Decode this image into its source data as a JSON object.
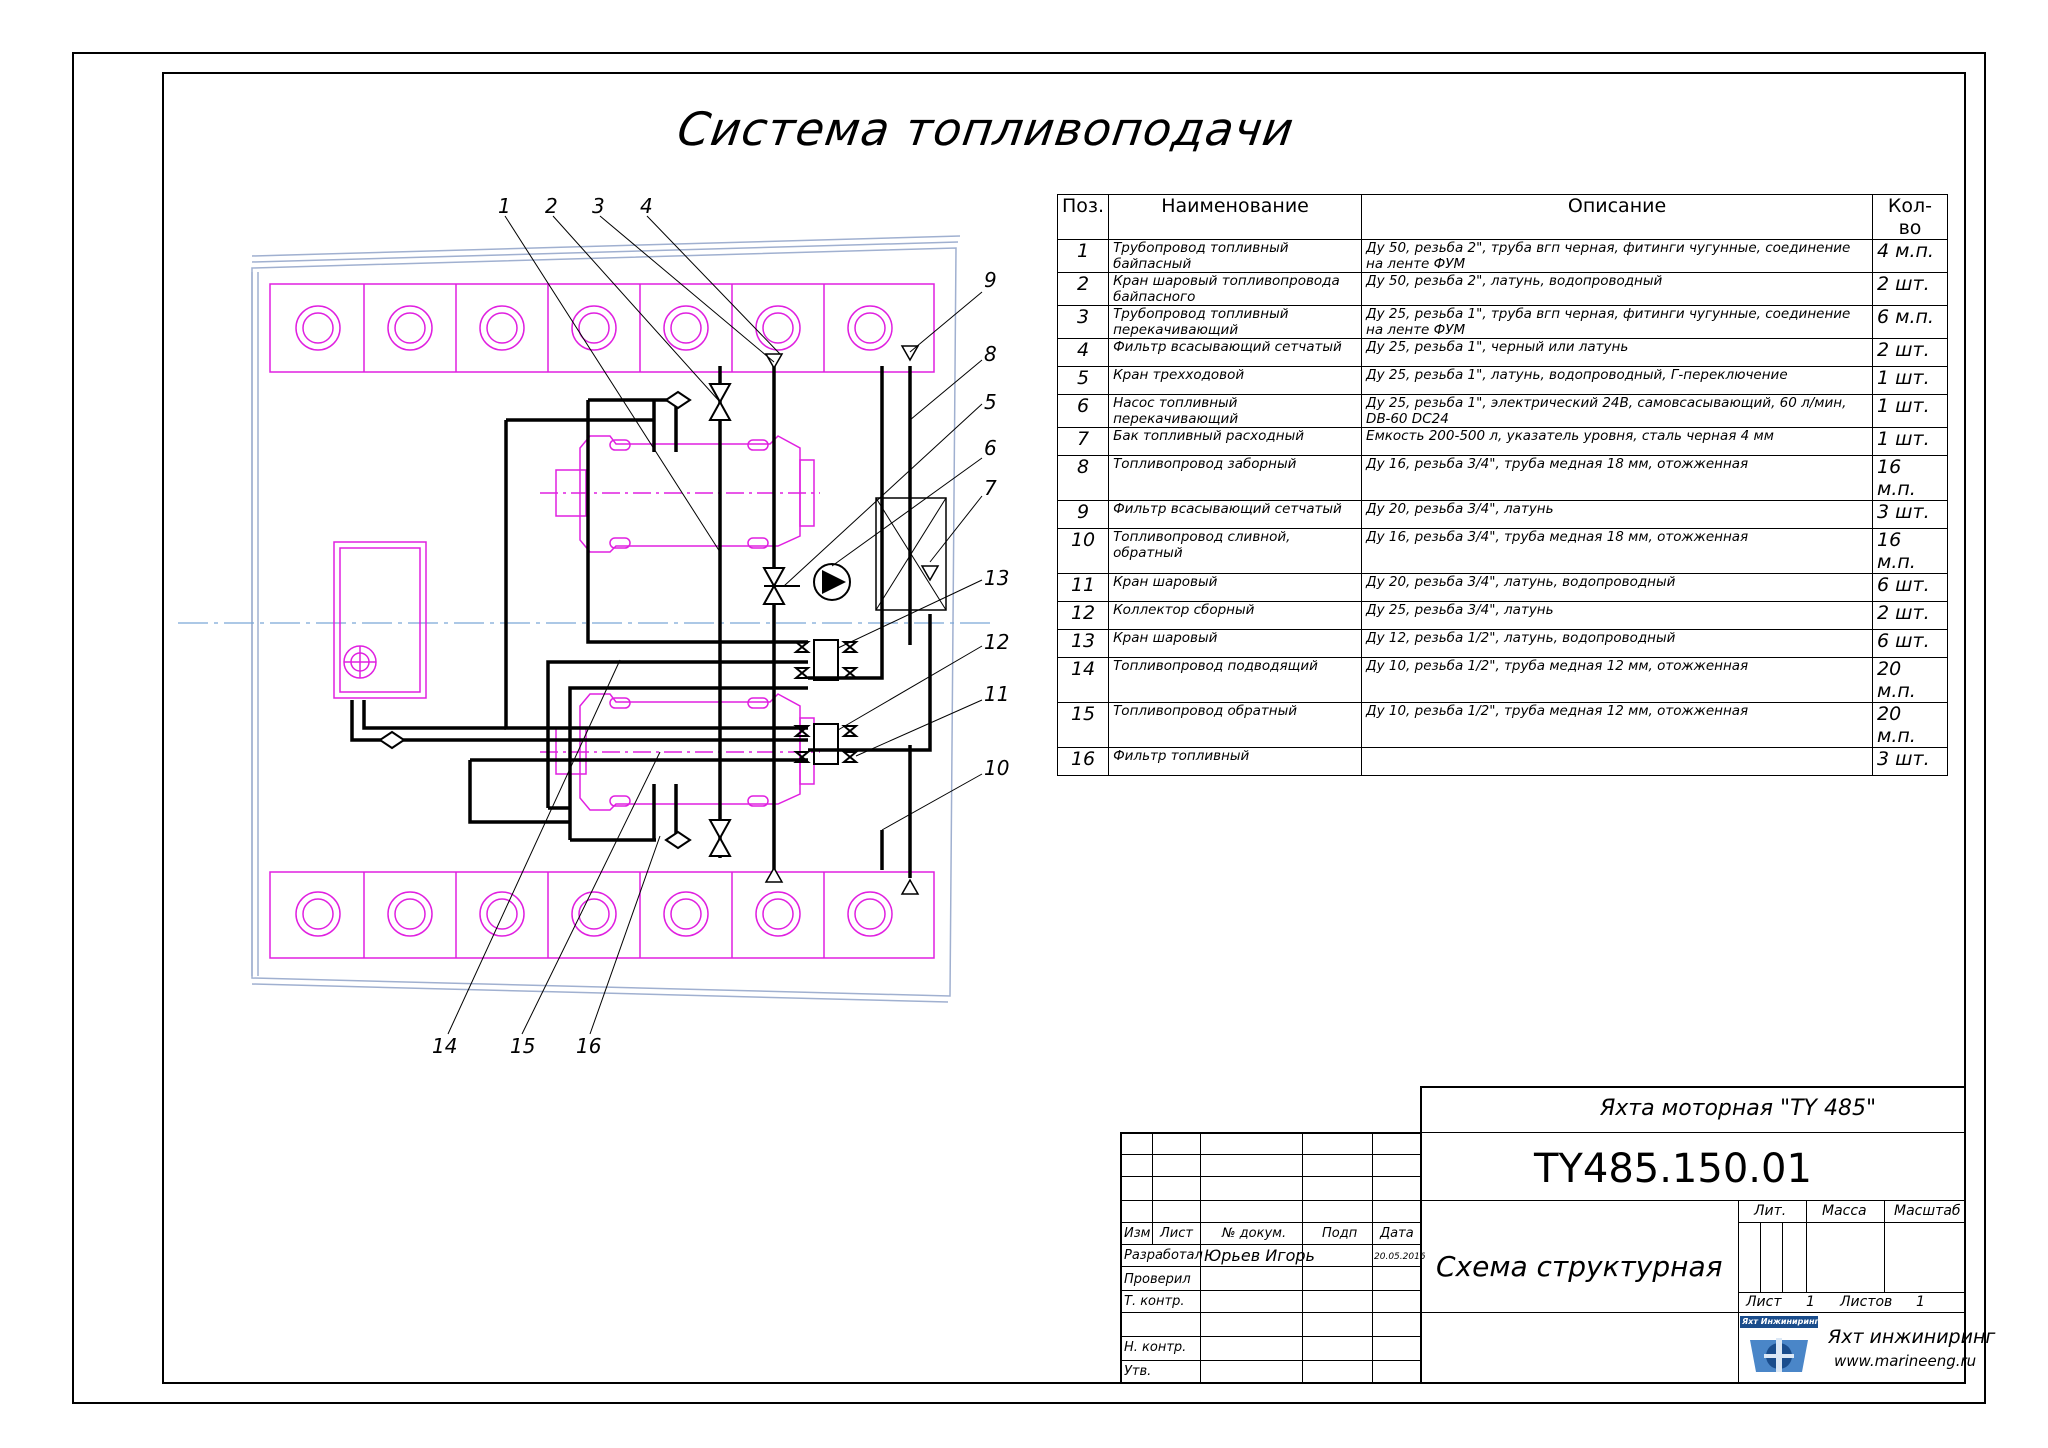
{
  "drawing_title": "Система топливоподачи",
  "callouts": [
    "1",
    "2",
    "3",
    "4",
    "5",
    "6",
    "7",
    "8",
    "9",
    "10",
    "11",
    "12",
    "13",
    "14",
    "15",
    "16"
  ],
  "spec_table": {
    "headers": [
      "Поз.",
      "Наименование",
      "Описание",
      "Кол-во"
    ],
    "rows": [
      {
        "pos": "1",
        "name": "Трубопровод топливный байпасный",
        "desc": "Ду 50, резьба 2\", труба вгп черная, фитинги чугунные, соединение на ленте ФУМ",
        "qty": "4 м.п."
      },
      {
        "pos": "2",
        "name": "Кран шаровый топливопровода байпасного",
        "desc": "Ду 50, резьба 2\", латунь, водопроводный",
        "qty": "2 шт."
      },
      {
        "pos": "3",
        "name": "Трубопровод топливный перекачивающий",
        "desc": "Ду 25, резьба 1\", труба вгп черная, фитинги чугунные, соединение на ленте ФУМ",
        "qty": "6 м.п."
      },
      {
        "pos": "4",
        "name": "Фильтр всасывающий сетчатый",
        "desc": "Ду 25, резьба 1\", черный или латунь",
        "qty": "2 шт."
      },
      {
        "pos": "5",
        "name": "Кран трехходовой",
        "desc": "Ду 25, резьба 1\", латунь, водопроводный, Г-переключение",
        "qty": "1 шт."
      },
      {
        "pos": "6",
        "name": "Насос топливный перекачивающий",
        "desc": "Ду 25, резьба 1\", электрический 24В, самовсасывающий, 60 л/мин, DB-60 DC24",
        "qty": "1 шт."
      },
      {
        "pos": "7",
        "name": "Бак топливный расходный",
        "desc": "Емкость 200-500 л, указатель уровня, сталь черная 4 мм",
        "qty": "1 шт."
      },
      {
        "pos": "8",
        "name": "Топливопровод заборный",
        "desc": "Ду 16, резьба 3/4\", труба медная 18 мм, отожженная",
        "qty": "16 м.п."
      },
      {
        "pos": "9",
        "name": "Фильтр всасывающий сетчатый",
        "desc": "Ду 20, резьба 3/4\", латунь",
        "qty": "3 шт."
      },
      {
        "pos": "10",
        "name": "Топливопровод сливной, обратный",
        "desc": "Ду 16, резьба 3/4\", труба медная 18 мм, отожженная",
        "qty": "16 м.п."
      },
      {
        "pos": "11",
        "name": "Кран шаровый",
        "desc": "Ду 20, резьба 3/4\", латунь, водопроводный",
        "qty": "6 шт."
      },
      {
        "pos": "12",
        "name": "Коллектор сборный",
        "desc": "Ду 25, резьба 3/4\", латунь",
        "qty": "2 шт."
      },
      {
        "pos": "13",
        "name": "Кран шаровый",
        "desc": "Ду 12, резьба 1/2\", латунь, водопроводный",
        "qty": "6 шт."
      },
      {
        "pos": "14",
        "name": "Топливопровод подводящий",
        "desc": "Ду 10, резьба 1/2\", труба медная 12 мм, отожженная",
        "qty": "20 м.п."
      },
      {
        "pos": "15",
        "name": "Топливопровод обратный",
        "desc": "Ду 10, резьба 1/2\", труба медная 12 мм, отожженная",
        "qty": "20 м.п."
      },
      {
        "pos": "16",
        "name": "Фильтр топливный",
        "desc": "",
        "qty": "3 шт."
      }
    ]
  },
  "title_block": {
    "project": "Яхта моторная \"TY 485\"",
    "doc_code": "TY485.150.01",
    "doc_name": "Схема структурная",
    "col_izm": "Изм",
    "col_list": "Лист",
    "col_docnum": "№ докум.",
    "col_podp": "Подп",
    "col_data": "Дата",
    "role_developer": "Разработал",
    "developer_name": "Юрьев Игорь",
    "developer_date": "20.05.2016",
    "role_checked": "Проверил",
    "role_tcontrol": "Т. контр.",
    "role_ncontrol": "Н. контр.",
    "role_approved": "Утв.",
    "lit": "Лит.",
    "mass": "Масса",
    "scale": "Масштаб",
    "sheet_label": "Лист",
    "sheet_value": "1",
    "sheets_label": "Листов",
    "sheets_value": "1",
    "logo_caption": "Яхт Инжиниринг",
    "company": "Яхт инжиниринг",
    "website": "www.marineeng.ru"
  },
  "colors": {
    "outline": "#000000",
    "structure": "#e020e0",
    "hull": "#a0b0d0",
    "centerline": "#7aa6d8"
  }
}
